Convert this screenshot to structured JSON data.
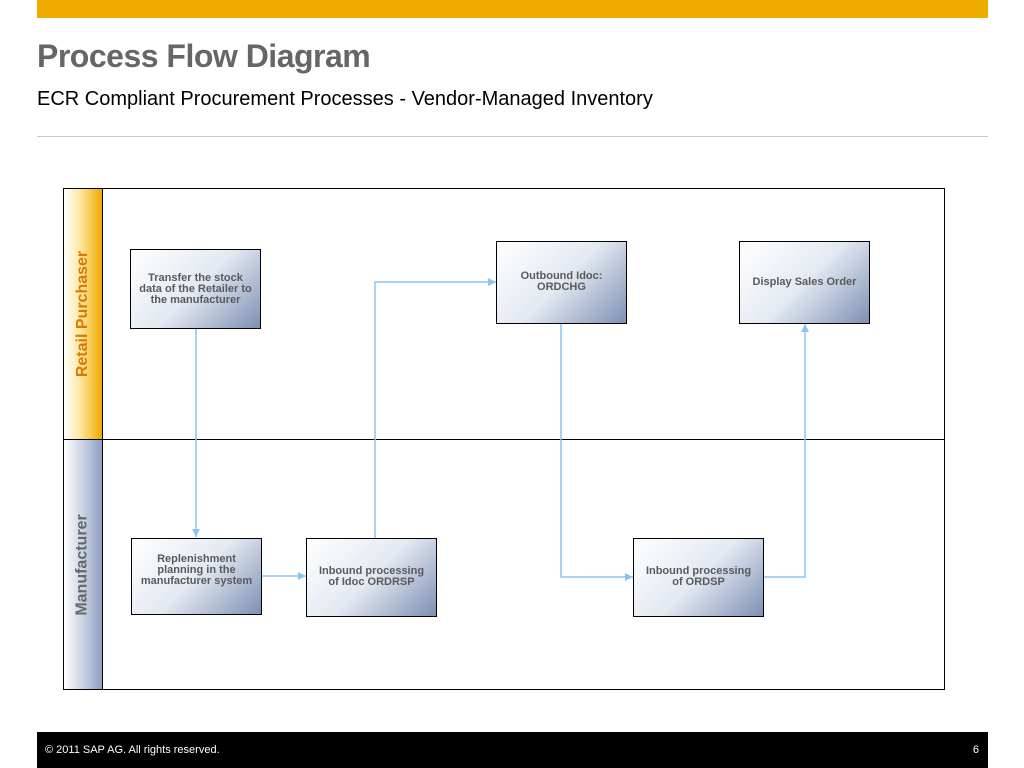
{
  "header": {
    "title": "Process Flow Diagram",
    "subtitle": "ECR Compliant Procurement Processes - Vendor-Managed Inventory"
  },
  "lanes": {
    "retail": "Retail Purchaser",
    "manufacturer": "Manufacturer"
  },
  "steps": {
    "transfer_stock": "Transfer the stock data of the Retailer to the manufacturer",
    "outbound_ordchg": "Outbound Idoc: ORDCHG",
    "display_sales_order": "Display Sales Order",
    "replenishment": "Replenishment planning in the manufacturer system",
    "inbound_ordrsp": "Inbound processing of Idoc ORDRSP",
    "inbound_ordsp": "Inbound processing of ORDSP"
  },
  "colors": {
    "accent": "#f0ab00",
    "arrow": "#8cc4f0",
    "title": "#666666"
  },
  "footer": {
    "copyright": "© 2011 SAP AG. All rights reserved.",
    "page": "6"
  }
}
